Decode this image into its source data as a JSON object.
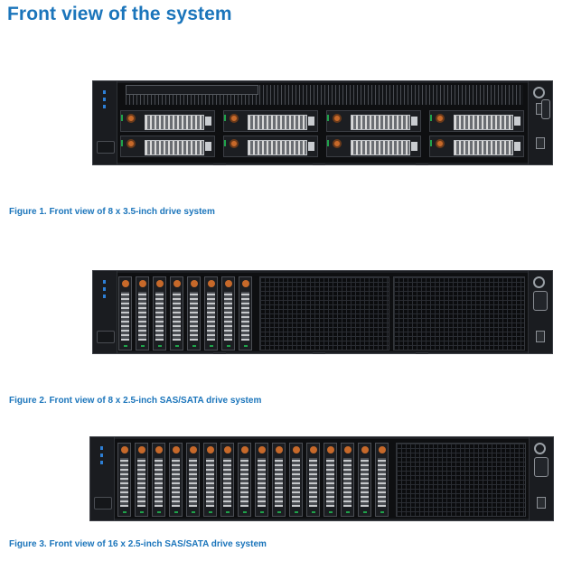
{
  "page": {
    "title": "Front view of the system"
  },
  "figures": [
    {
      "caption": "Figure 1. Front view of 8 x 3.5-inch drive system"
    },
    {
      "caption": "Figure 2. Front view of 8 x 2.5-inch SAS/SATA drive system"
    },
    {
      "caption": "Figure 3. Front view of 16 x 2.5-inch SAS/SATA drive system"
    }
  ],
  "colors": {
    "heading": "#1b75bb",
    "chassis": "#0e0f11",
    "drive_release": "#c7692a",
    "status_led": "#1fa34a",
    "id_led": "#2d7fd6"
  },
  "icons": {
    "power": "power-button-icon",
    "vga": "vga-port-icon",
    "usb": "usb-port-icon"
  }
}
